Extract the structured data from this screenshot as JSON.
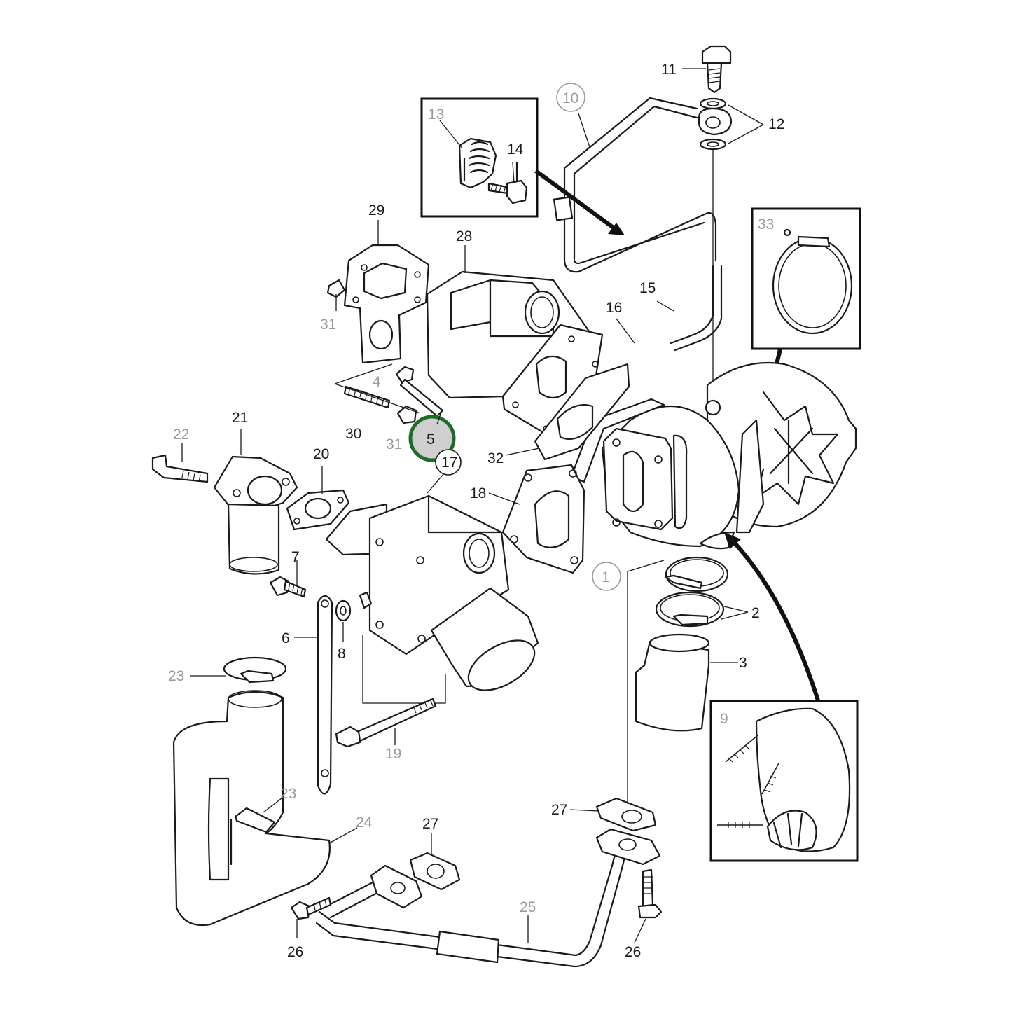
{
  "diagram": {
    "callouts": [
      {
        "id": "c1",
        "text": "1",
        "style": "circled"
      },
      {
        "id": "c2",
        "text": "2",
        "style": "plain"
      },
      {
        "id": "c3",
        "text": "3",
        "style": "plain"
      },
      {
        "id": "c4",
        "text": "4",
        "style": "grey"
      },
      {
        "id": "c5",
        "text": "5",
        "style": "highlighted"
      },
      {
        "id": "c6",
        "text": "6",
        "style": "plain"
      },
      {
        "id": "c7",
        "text": "7",
        "style": "plain"
      },
      {
        "id": "c8",
        "text": "8",
        "style": "plain"
      },
      {
        "id": "c9",
        "text": "9",
        "style": "grey"
      },
      {
        "id": "c10",
        "text": "10",
        "style": "circled"
      },
      {
        "id": "c11",
        "text": "11",
        "style": "plain"
      },
      {
        "id": "c12",
        "text": "12",
        "style": "plain"
      },
      {
        "id": "c13",
        "text": "13",
        "style": "grey"
      },
      {
        "id": "c14",
        "text": "14",
        "style": "plain"
      },
      {
        "id": "c15",
        "text": "15",
        "style": "plain"
      },
      {
        "id": "c16",
        "text": "16",
        "style": "plain"
      },
      {
        "id": "c17",
        "text": "17",
        "style": "circled"
      },
      {
        "id": "c18",
        "text": "18",
        "style": "plain"
      },
      {
        "id": "c19",
        "text": "19",
        "style": "grey"
      },
      {
        "id": "c20",
        "text": "20",
        "style": "plain"
      },
      {
        "id": "c21",
        "text": "21",
        "style": "plain"
      },
      {
        "id": "c22",
        "text": "22",
        "style": "grey"
      },
      {
        "id": "c23a",
        "text": "23",
        "style": "grey"
      },
      {
        "id": "c23b",
        "text": "23",
        "style": "grey"
      },
      {
        "id": "c24",
        "text": "24",
        "style": "grey"
      },
      {
        "id": "c25",
        "text": "25",
        "style": "grey"
      },
      {
        "id": "c26a",
        "text": "26",
        "style": "plain"
      },
      {
        "id": "c26b",
        "text": "26",
        "style": "plain"
      },
      {
        "id": "c27a",
        "text": "27",
        "style": "plain"
      },
      {
        "id": "c27b",
        "text": "27",
        "style": "plain"
      },
      {
        "id": "c28",
        "text": "28",
        "style": "plain"
      },
      {
        "id": "c29",
        "text": "29",
        "style": "plain"
      },
      {
        "id": "c30",
        "text": "30",
        "style": "plain"
      },
      {
        "id": "c31a",
        "text": "31",
        "style": "grey"
      },
      {
        "id": "c31b",
        "text": "31",
        "style": "grey"
      },
      {
        "id": "c32",
        "text": "32",
        "style": "plain"
      },
      {
        "id": "c33",
        "text": "33",
        "style": "grey"
      }
    ],
    "colors": {
      "line": "#1a1a1a",
      "grey_label": "#9a9a9a",
      "highlight_ring": "#1e6b2a",
      "highlight_fill": "#cfcfcf"
    }
  }
}
